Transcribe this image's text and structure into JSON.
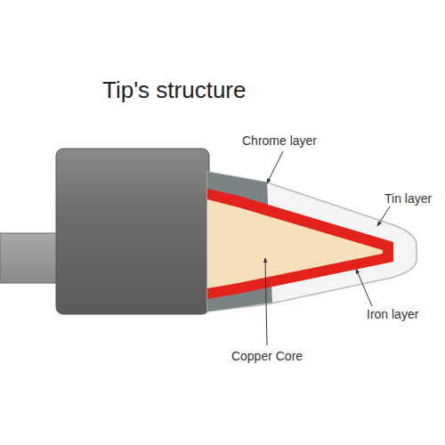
{
  "diagram": {
    "title": "Tip's structure",
    "labels": [
      "Chrome layer",
      "Tin layer",
      "Iron layer",
      "Copper Core"
    ]
  }
}
